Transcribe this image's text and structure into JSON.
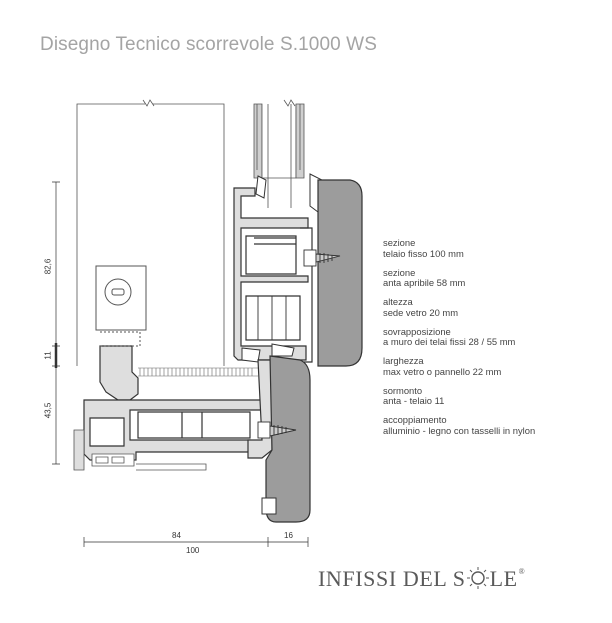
{
  "title": "Disegno Tecnico scorrevole S.1000 WS",
  "specs": [
    {
      "lines": [
        "sezione",
        "telaio fisso 100 mm"
      ]
    },
    {
      "lines": [
        "sezione",
        "anta apribile 58 mm"
      ]
    },
    {
      "lines": [
        "altezza",
        "sede vetro 20 mm"
      ]
    },
    {
      "lines": [
        "sovrapposizione",
        "a muro dei telai fissi 28 / 55 mm"
      ]
    },
    {
      "lines": [
        "larghezza",
        "max vetro o pannello 22 mm"
      ]
    },
    {
      "lines": [
        "sormonto",
        "anta - telaio 11"
      ]
    },
    {
      "lines": [
        "accoppiamento",
        "alluminio - legno con tasselli in nylon"
      ]
    }
  ],
  "dimensions": {
    "vertical": [
      "82,6",
      "11",
      "43,5"
    ],
    "horizontal": [
      "84",
      "16",
      "100"
    ]
  },
  "brand": {
    "part1": "INFISSI DEL S",
    "part2": "LE",
    "registered": "®"
  },
  "colors": {
    "profile_fill": "#dcdcdc",
    "profile_stroke": "#333333",
    "wood": "#9a9a9a",
    "title": "#a4a4a4"
  }
}
